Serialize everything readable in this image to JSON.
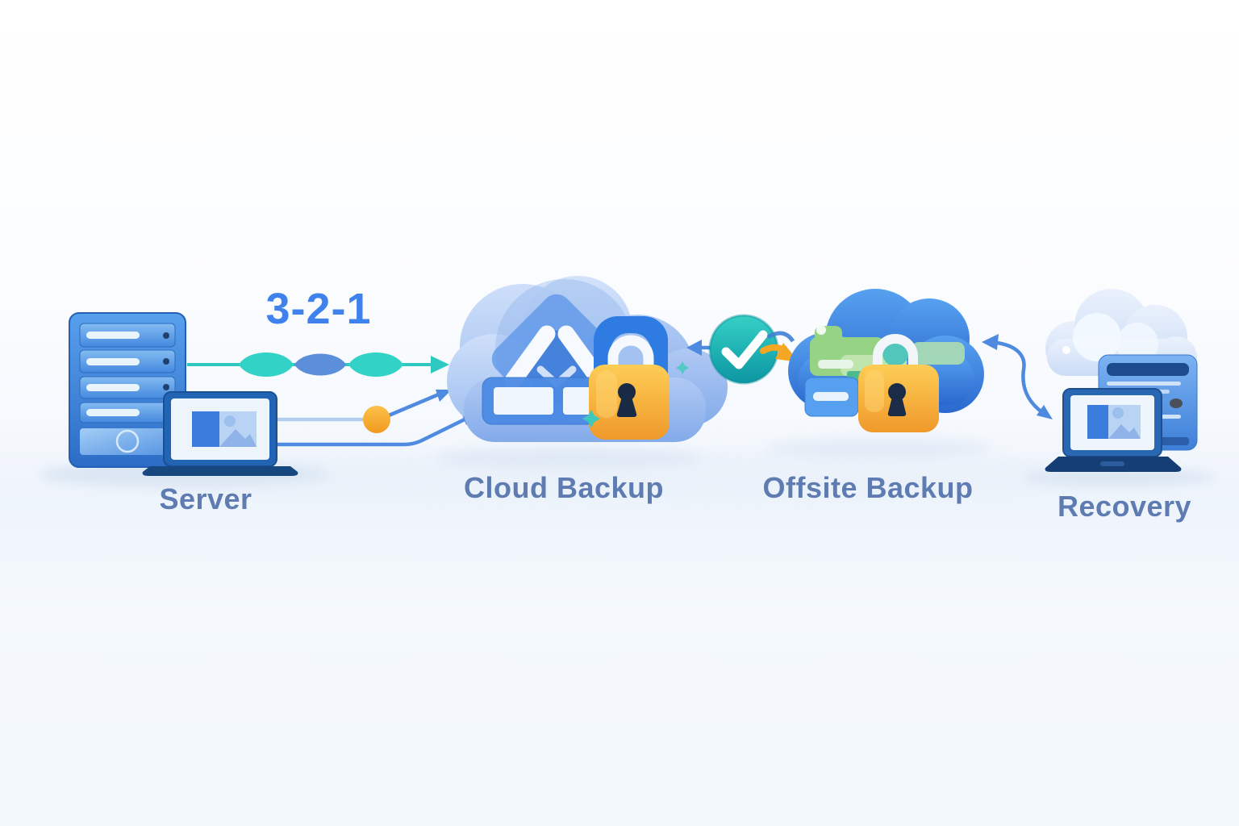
{
  "diagram": {
    "strategy_label": "3-2-1",
    "nodes": [
      {
        "id": "server",
        "label": "Server",
        "icon": "server-tower-with-laptop"
      },
      {
        "id": "cloud-backup",
        "label": "Cloud Backup",
        "icon": "cloud-with-padlock"
      },
      {
        "id": "offsite-backup",
        "label": "Offsite Backup",
        "icon": "cloud-with-files-and-padlock"
      },
      {
        "id": "recovery",
        "label": "Recovery",
        "icon": "cloud-server-with-laptop"
      }
    ],
    "connections": [
      {
        "from": "server",
        "to": "cloud-backup",
        "style": "teal-line-with-three-nodes-arrow-right"
      },
      {
        "from": "server-laptop",
        "to": "cloud-backup",
        "style": "light-blue-line-with-orange-node-arrow-right"
      },
      {
        "from": "server-laptop",
        "to": "cloud-backup",
        "style": "blue-line-arrow-right"
      },
      {
        "from": "verified-check",
        "to": "cloud-backup",
        "style": "blue-arrow-left"
      },
      {
        "from": "offsite-backup",
        "to": "recovery",
        "style": "blue-s-curve-double-arrow"
      }
    ],
    "badges": [
      {
        "id": "verified-check",
        "icon": "check-circle",
        "color": "#17b0b2"
      }
    ],
    "colors": {
      "background_top": "#fdfeff",
      "background_tint": "#eef4fb",
      "strategy_text": "#3f82ee",
      "node_label_text": "#5e7cb1",
      "flow_teal": "#2fc9c2",
      "flow_blue": "#4d8ae0",
      "flow_light_blue": "#b5cdec",
      "node_dot_orange": "#f7a832",
      "lock_body_orange": "#f8b33c",
      "lock_ring_blue": "#2e7ce2",
      "check_teal": "#17b0b2",
      "cloud_light_blue": "#a6c4f2",
      "cloud_strong_blue": "#3b82e8",
      "folder_green": "#97d385",
      "device_blue": "#2264b4"
    }
  }
}
